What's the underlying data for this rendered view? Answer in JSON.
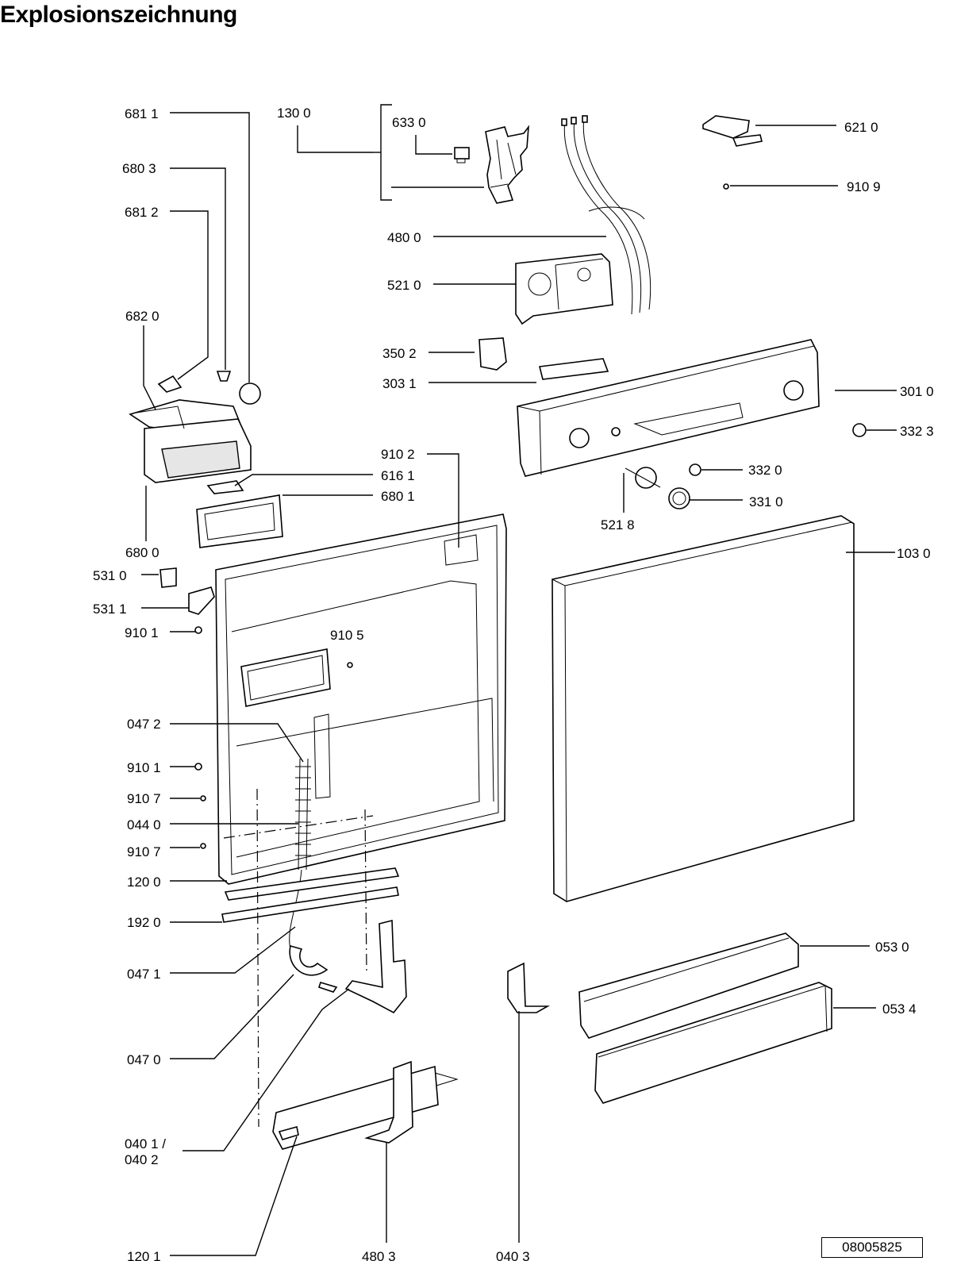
{
  "title": "Explosionszeichnung",
  "drawing_number": "08005825",
  "labels": {
    "l6811": "681 1",
    "l6803": "680 3",
    "l6812": "681 2",
    "l6820": "682 0",
    "l1300": "130 0",
    "l6330": "633 0",
    "l4800": "480 0",
    "l5210": "521 0",
    "l3502": "350 2",
    "l3031": "303 1",
    "l6210": "621 0",
    "l9109": "910 9",
    "l3010": "301 0",
    "l3323": "332 3",
    "l3320": "332 0",
    "l3310": "331 0",
    "l5218": "521 8",
    "l9102": "910 2",
    "l6161": "616 1",
    "l6801": "680 1",
    "l6800": "680 0",
    "l5310": "531 0",
    "l5311": "531 1",
    "l9101a": "910 1",
    "l9105": "910 5",
    "l1030": "103 0",
    "l0472": "047 2",
    "l9101b": "910 1",
    "l9107a": "910 7",
    "l0440": "044 0",
    "l9107b": "910 7",
    "l1200": "120 0",
    "l1920": "192 0",
    "l0471": "047 1",
    "l0470": "047 0",
    "l0401a": "040 1 /",
    "l0401b": "040 2",
    "l1201": "120 1",
    "l4803": "480 3",
    "l0403": "040 3",
    "l0530": "053 0",
    "l0534": "053 4"
  }
}
